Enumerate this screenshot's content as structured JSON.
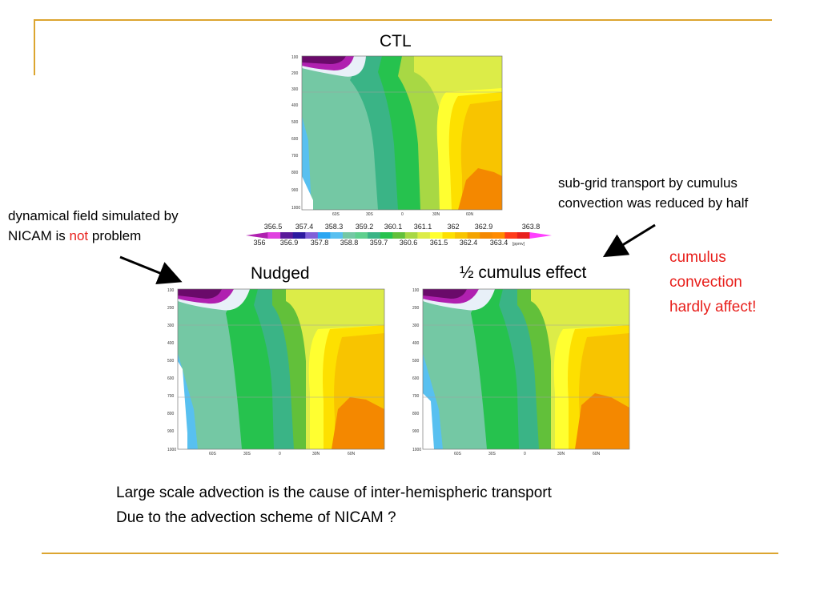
{
  "chart_data": [
    {
      "type": "heatmap",
      "title": "CTL",
      "xticks": [
        "60S",
        "30S",
        "0",
        "30N",
        "60N"
      ],
      "yticks": [
        "100",
        "200",
        "300",
        "400",
        "500",
        "600",
        "700",
        "800",
        "900",
        "1000"
      ]
    },
    {
      "type": "heatmap",
      "title": "Nudged",
      "xticks": [
        "60S",
        "30S",
        "0",
        "30N",
        "60N"
      ],
      "yticks": [
        "100",
        "200",
        "300",
        "400",
        "500",
        "600",
        "700",
        "800",
        "900",
        "1000"
      ]
    },
    {
      "type": "heatmap",
      "title": "½ cumulus effect",
      "xticks": [
        "60S",
        "30S",
        "0",
        "30N",
        "60N"
      ],
      "yticks": [
        "100",
        "200",
        "300",
        "400",
        "500",
        "600",
        "700",
        "800",
        "900",
        "1000"
      ]
    }
  ],
  "colorbar": {
    "upper_labels": [
      "356.5",
      "357.4",
      "358.3",
      "359.2",
      "360.1",
      "361.1",
      "362",
      "362.9",
      "363.8"
    ],
    "lower_labels": [
      "356",
      "356.9",
      "357.8",
      "358.8",
      "359.7",
      "360.6",
      "361.5",
      "362.4",
      "363.4"
    ],
    "colors": [
      "#b020b0",
      "#e040e0",
      "#5a1a9a",
      "#2d1aa0",
      "#8060d8",
      "#2aa6f2",
      "#58c0f0",
      "#74c8a4",
      "#5fd08e",
      "#3ab486",
      "#26c24e",
      "#62c03a",
      "#a8d844",
      "#dcec48",
      "#ffff30",
      "#fde000",
      "#f8c400",
      "#f4a400",
      "#f48800",
      "#ff8a00",
      "#ff3c1a",
      "#e8201c",
      "#ff40ff"
    ],
    "unit": "[ppmv]"
  },
  "annotations": {
    "left_line1": "dynamical field simulated by",
    "left_line2_start": "NICAM is ",
    "left_line2_red": "not",
    "left_line2_end": " problem",
    "right_line1": "sub-grid transport by  cumulus",
    "right_line2": "convection was reduced by half",
    "red_line1": "cumulus",
    "red_line2": "convection",
    "red_line3": "hardly affect!"
  },
  "bottom": {
    "line1": "Large scale advection is the cause of inter-hemispheric transport",
    "line2": "Due to the advection scheme of NICAM ?"
  },
  "colors": {
    "rule": "#dca530",
    "emphasis": "#e8201c"
  }
}
